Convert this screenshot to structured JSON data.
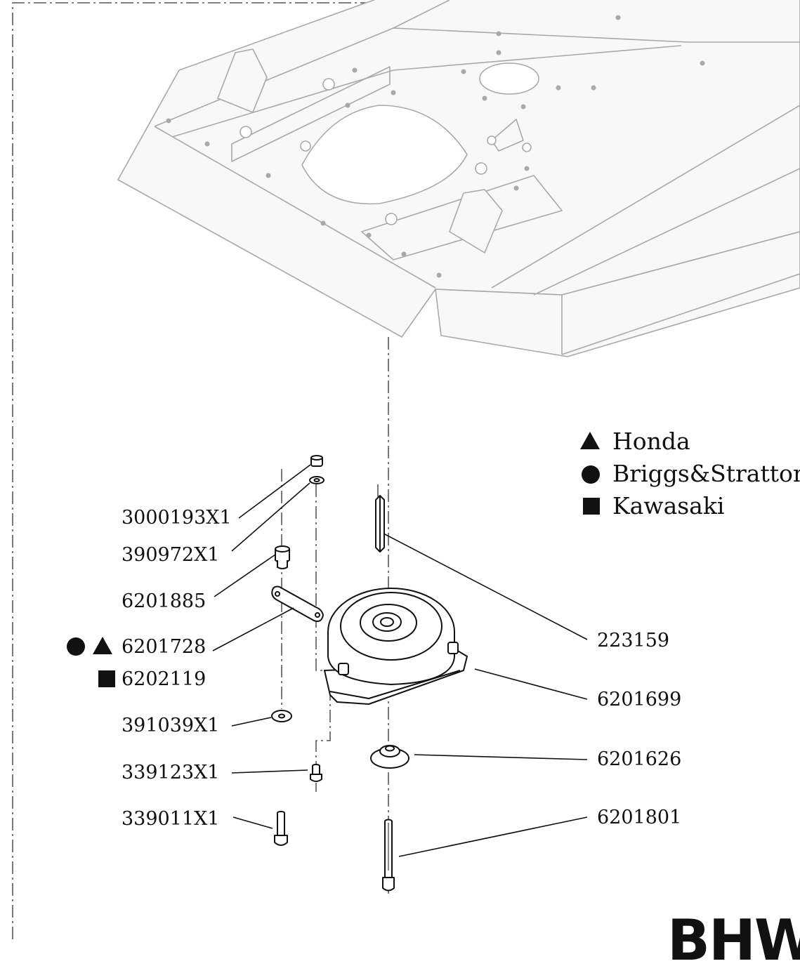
{
  "legend": [
    {
      "symbol": "triangle",
      "label": "Honda"
    },
    {
      "symbol": "circle",
      "label": "Briggs&Stratton"
    },
    {
      "symbol": "square",
      "label": "Kawasaki"
    }
  ],
  "parts": {
    "p3000193": "3000193X1",
    "p390972": "390972X1",
    "p6201885": "6201885",
    "p6201728": "6201728",
    "p6202119": "6202119",
    "p391039": "391039X1",
    "p339123": "339123X1",
    "p339011": "339011X1",
    "p223159": "223159",
    "p6201699": "6201699",
    "p6201626": "6201626",
    "p6201801": "6201801"
  },
  "logo": "BHW",
  "colors": {
    "line": "#111111",
    "deck": "#9a9a9a",
    "deck_fill": "#f7f7f7"
  }
}
